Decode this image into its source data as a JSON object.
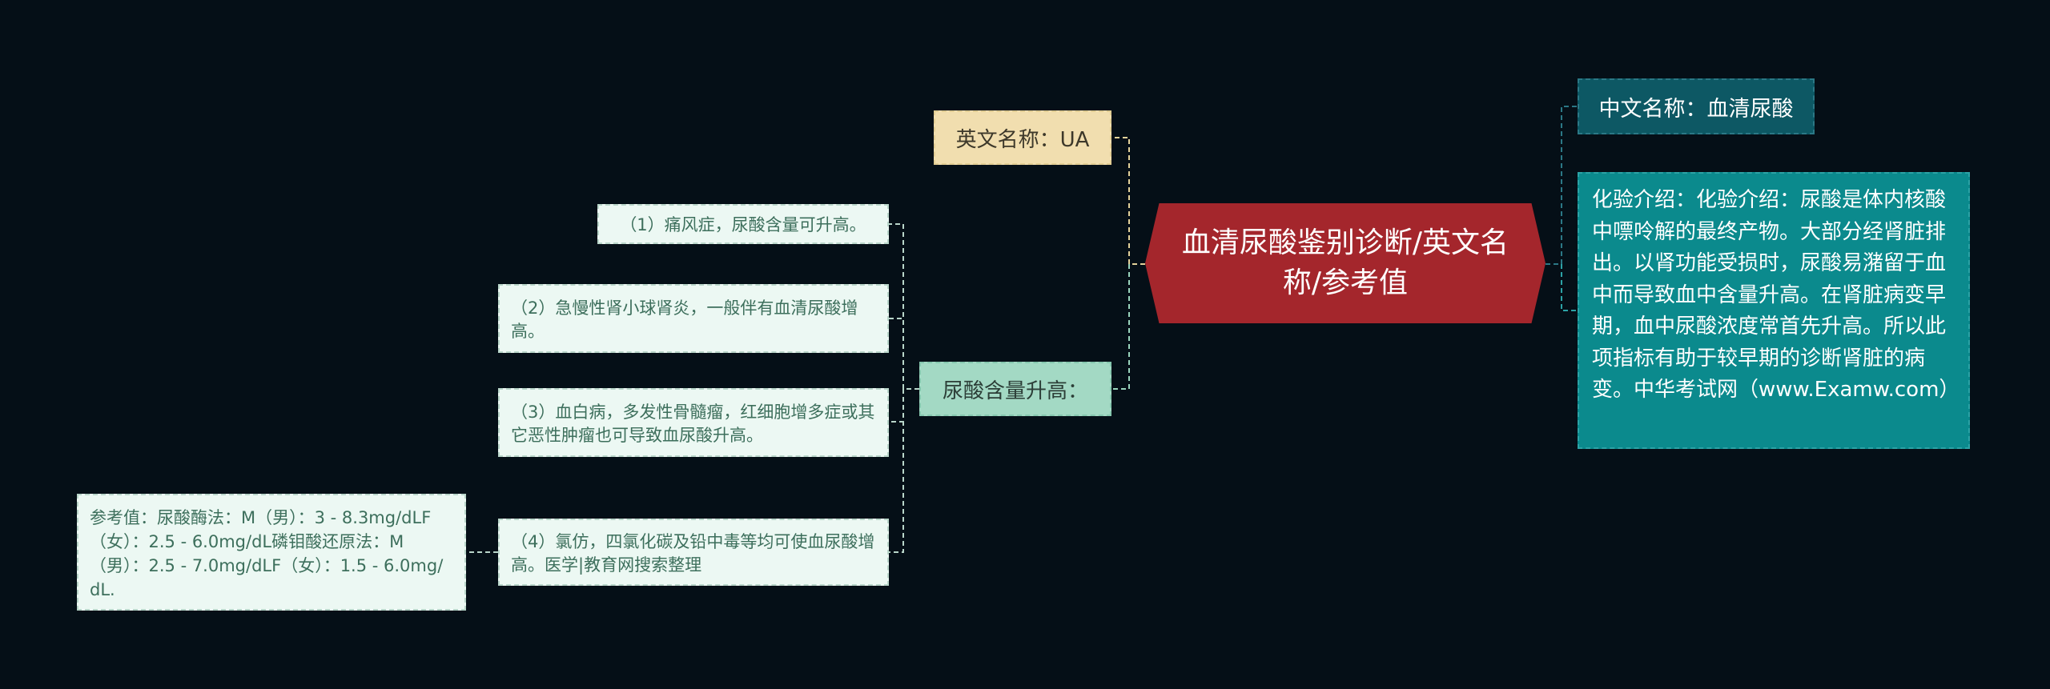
{
  "root": {
    "title": "血清尿酸鉴别诊断/英文名称/参考值"
  },
  "left_branches": {
    "english_name": "英文名称：UA",
    "uric_acid_raised": "尿酸含量升高："
  },
  "causes": [
    "（1）痛风症，尿酸含量可升高。",
    "（2）急慢性肾小球肾炎，一般伴有血清尿酸增高。",
    "（3）血白病，多发性骨髓瘤，红细胞增多症或其它恶性肿瘤也可导致血尿酸升高。",
    "（4）氯仿，四氯化碳及铅中毒等均可使血尿酸增高。医学|教育网搜索整理"
  ],
  "reference_value": "参考值：尿酸酶法：M（男）：3 - 8.3mg/dLF（女）：2.5 - 6.0mg/dL磷钼酸还原法：M（男）：2.5 - 7.0mg/dLF（女）：1.5 - 6.0mg/dL.",
  "right_branches": {
    "chinese_name": "中文名称：血清尿酸",
    "lab_intro": "化验介绍：化验介绍：尿酸是体内核酸中嘌呤解的最终产物。大部分经肾脏排出。以肾功能受损时，尿酸易潴留于血中而导致血中含量升高。在肾脏病变早期，血中尿酸浓度常首先升高。所以此项指标有助于较早期的诊断肾脏的病变。中华考试网（www.Examw.com）"
  },
  "colors": {
    "background": "#050f17",
    "root": "#a4262c",
    "tan": "#f1deaf",
    "mint": "#a3d9c4",
    "leaf": "#ecf8f3",
    "teal_dark": "#0d5864",
    "teal": "#0b8a8d"
  }
}
